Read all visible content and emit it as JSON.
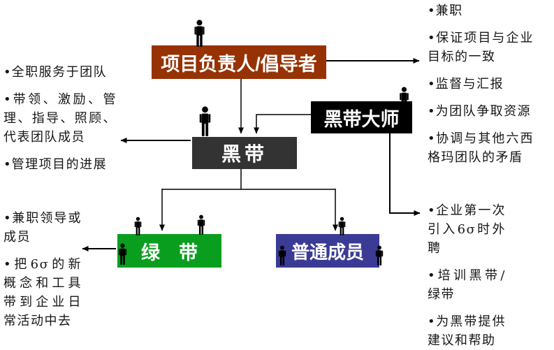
{
  "boxes": {
    "champion": {
      "label": "项目负责人/倡导者",
      "bg": "#963203"
    },
    "black_belt": {
      "label": "黑带",
      "bg": "#333333"
    },
    "master_black_belt": {
      "label": "黑带大师",
      "bg": "#000000"
    },
    "green_belt": {
      "label": "绿　带",
      "bg": "#0A9E1E"
    },
    "ordinary_member": {
      "label": "普通成员",
      "bg": "#3B3B96"
    }
  },
  "notes": {
    "black_belt_left": [
      "全职服务于团队",
      "带领、激励、管理、指导、照顾、代表团队成员",
      "管理项目的进展"
    ],
    "green_belt_left": [
      "兼职领导或成员",
      "把6σ的新概念和工具带到企业日常活动中去"
    ],
    "champion_right": [
      "兼职",
      "保证项目与企业目标的一致",
      "监督与汇报",
      "为团队争取资源",
      "协调与其他六西格玛团队的矛盾"
    ],
    "master_black_belt_right": [
      "企业第一次引入6σ时外聘",
      "培训黑带/绿带",
      "为黑带提供建议和帮助"
    ]
  },
  "icons": {
    "person": "person-silhouette"
  },
  "colors": {
    "connector": "#000000",
    "note_text": "#161616",
    "box_text": "#ffffff"
  }
}
